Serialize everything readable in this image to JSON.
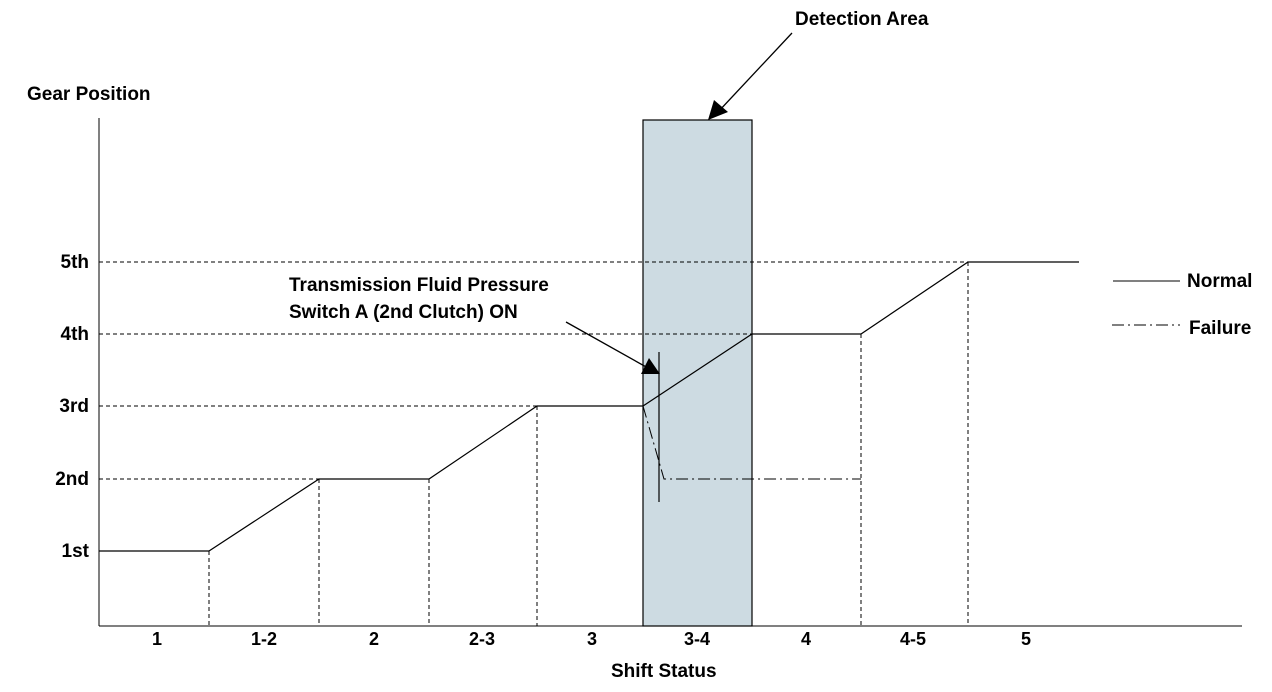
{
  "diagram": {
    "y_axis_title": "Gear Position",
    "x_axis_title": "Shift Status",
    "gear_labels": [
      "1st",
      "2nd",
      "3rd",
      "4th",
      "5th"
    ],
    "shift_labels": [
      "1",
      "1-2",
      "2",
      "2-3",
      "3",
      "3-4",
      "4",
      "4-5",
      "5"
    ],
    "detection_label": "Detection Area",
    "switch_label_line1": "Transmission Fluid Pressure",
    "switch_label_line2": "Switch A (2nd Clutch) ON",
    "legend": {
      "normal": "Normal",
      "failure": "Failure"
    },
    "colors": {
      "detection_fill": "#cddbe2",
      "line": "#000000"
    }
  }
}
